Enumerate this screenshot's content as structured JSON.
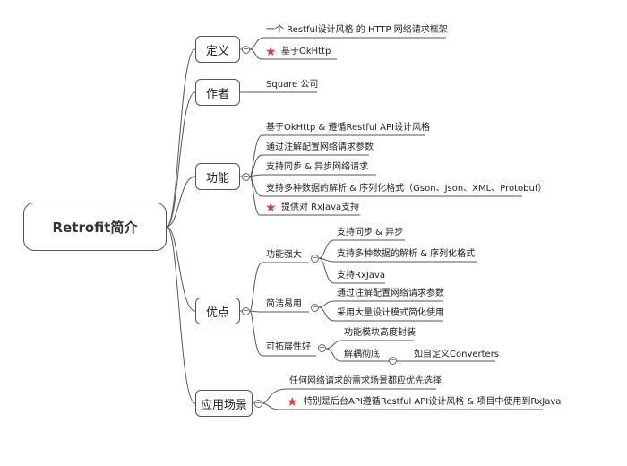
{
  "root": {
    "label": "Retrofit简介"
  },
  "categories": {
    "definition": {
      "label": "定义",
      "items": [
        "一个 Restful设计风格 的 HTTP 网络请求框架",
        "基于OkHttp"
      ]
    },
    "author": {
      "label": "作者",
      "items": [
        "Square 公司"
      ]
    },
    "features": {
      "label": "功能",
      "items": [
        "基于OkHttp & 遵循Restful API设计风格",
        "通过注解配置网络请求参数",
        "支持同步 & 异步网络请求",
        "支持多种数据的解析 & 序列化格式（Gson、Json、XML、Protobuf）",
        "提供对 RxJava支持"
      ]
    },
    "advantages": {
      "label": "优点",
      "groups": [
        {
          "label": "功能强大",
          "items": [
            "支持同步 & 异步",
            "支持多种数据的解析 & 序列化格式",
            "支持RxJava"
          ]
        },
        {
          "label": "简洁易用",
          "items": [
            "通过注解配置网络请求参数",
            "采用大量设计模式简化使用"
          ]
        },
        {
          "label": "可拓展性好",
          "items": [
            "功能模块高度封装",
            "解耦彻底"
          ],
          "sub": "如自定义Converters"
        }
      ]
    },
    "scenarios": {
      "label": "应用场景",
      "items": [
        "任何网络请求的需求场景都应优先选择",
        "特别是后台API遵循Restful API设计风格 & 项目中使用到RxJava"
      ]
    }
  },
  "icons": {
    "star": "star-icon",
    "collapse": "minus-circle-icon"
  },
  "colors": {
    "line": "#555555",
    "star": "#d83a3a"
  }
}
